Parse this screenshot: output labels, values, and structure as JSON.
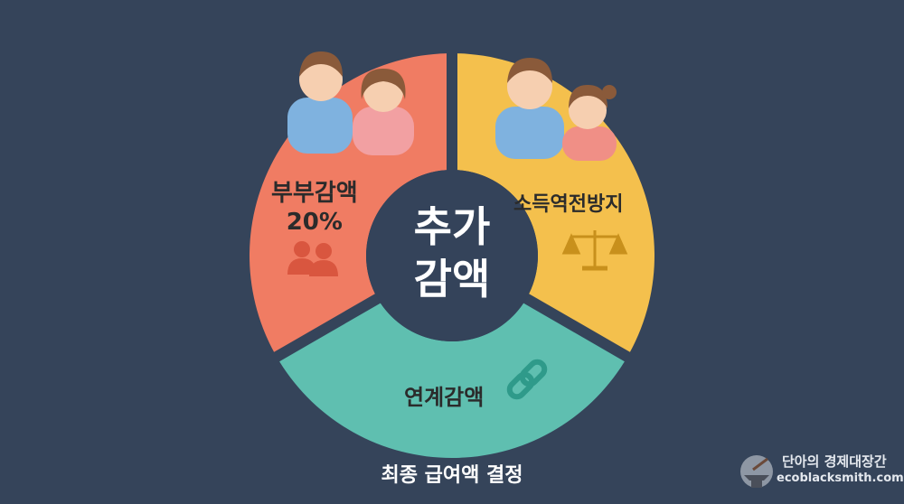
{
  "center": {
    "line1": "추가",
    "line2": "감액"
  },
  "segments": [
    {
      "id": "couple",
      "label": "부부감액",
      "sub": "20%",
      "icon": "couple-silhouette-icon",
      "color": "#f07c63"
    },
    {
      "id": "reversal",
      "label": "소득역전방지",
      "icon": "balance-scale-icon",
      "color": "#f4c04d"
    },
    {
      "id": "linked",
      "label": "연계감액",
      "icon": "chain-link-icon",
      "color": "#5fbfb0"
    }
  ],
  "caption": "최종 급여액 결정",
  "colors": {
    "background": "#35445a",
    "center": "#34435a"
  },
  "watermark": {
    "title": "단아의 경제대장간",
    "url": "ecoblacksmith.com",
    "icon": "anvil-hammer-icon"
  }
}
